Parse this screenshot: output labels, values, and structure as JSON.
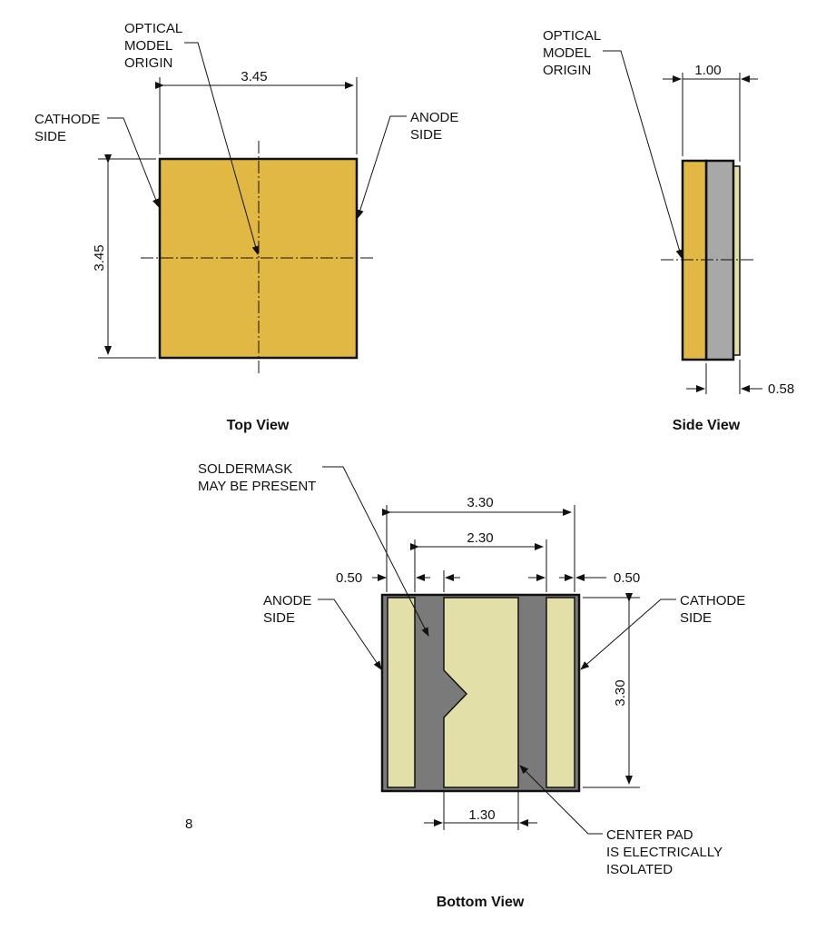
{
  "colors": {
    "gold": "#e1b843",
    "gray": "#a8a8a8",
    "dark_gray": "#7a7a7a",
    "pad": "#e2e0a8"
  },
  "top_view": {
    "caption": "Top View",
    "origin_label": [
      "OPTICAL",
      "MODEL",
      "ORIGIN"
    ],
    "cathode_label": [
      "CATHODE",
      "SIDE"
    ],
    "anode_label": [
      "ANODE",
      "SIDE"
    ],
    "width_dim": "3.45",
    "height_dim": "3.45"
  },
  "side_view": {
    "caption": "Side View",
    "origin_label": [
      "OPTICAL",
      "MODEL",
      "ORIGIN"
    ],
    "width_dim": "1.00",
    "thickness_dim": "0.58"
  },
  "bottom_view": {
    "caption": "Bottom View",
    "soldermask_label": [
      "SOLDERMASK",
      "MAY BE PRESENT"
    ],
    "anode_label": [
      "ANODE",
      "SIDE"
    ],
    "cathode_label": [
      "CATHODE",
      "SIDE"
    ],
    "center_pad_label": [
      "CENTER PAD",
      "IS ELECTRICALLY",
      "ISOLATED"
    ],
    "width_dim": "3.30",
    "inner_dim": "2.30",
    "left_pad_dim": "0.50",
    "right_pad_dim": "0.50",
    "height_dim": "3.30",
    "center_pad_dim": "1.30"
  },
  "page_number": "8"
}
